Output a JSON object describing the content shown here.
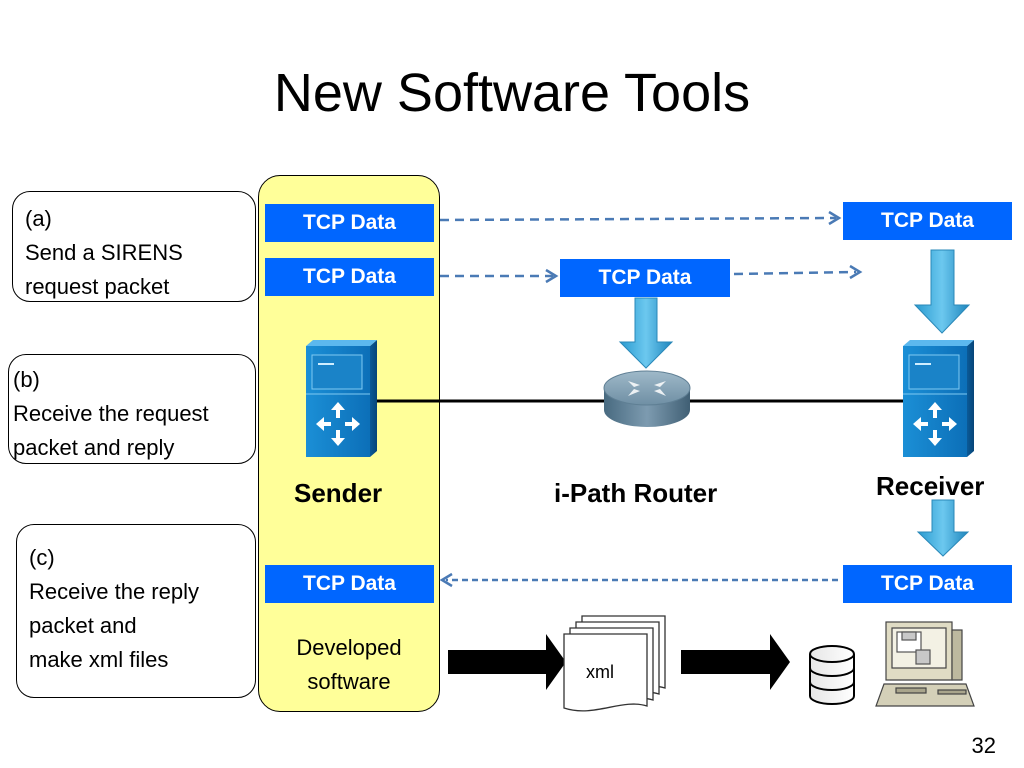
{
  "slide": {
    "title": "New Software Tools",
    "page_number": "32"
  },
  "notes": {
    "a": [
      "(a)",
      "Send a SIRENS",
      "request packet"
    ],
    "b": [
      "(b)",
      "Receive the request",
      "packet and reply"
    ],
    "c": [
      "(c)",
      "Receive the reply",
      "packet and",
      "make xml files"
    ]
  },
  "packets": {
    "sender_top": "TCP Data",
    "sender_second": "TCP Data",
    "router": "TCP Data",
    "receiver_top": "TCP Data",
    "sender_bottom": "TCP Data",
    "receiver_bottom": "TCP Data"
  },
  "nodes": {
    "sender": "Sender",
    "router": "i-Path Router",
    "receiver": "Receiver"
  },
  "developed_software": [
    "Developed",
    "software"
  ],
  "xml_label": "xml",
  "colors": {
    "packet_blue": "#0066ff",
    "software_yellow": "#ffff99",
    "dashed_arrow": "#4a7ab5",
    "down_arrow": "#3aaedc"
  }
}
